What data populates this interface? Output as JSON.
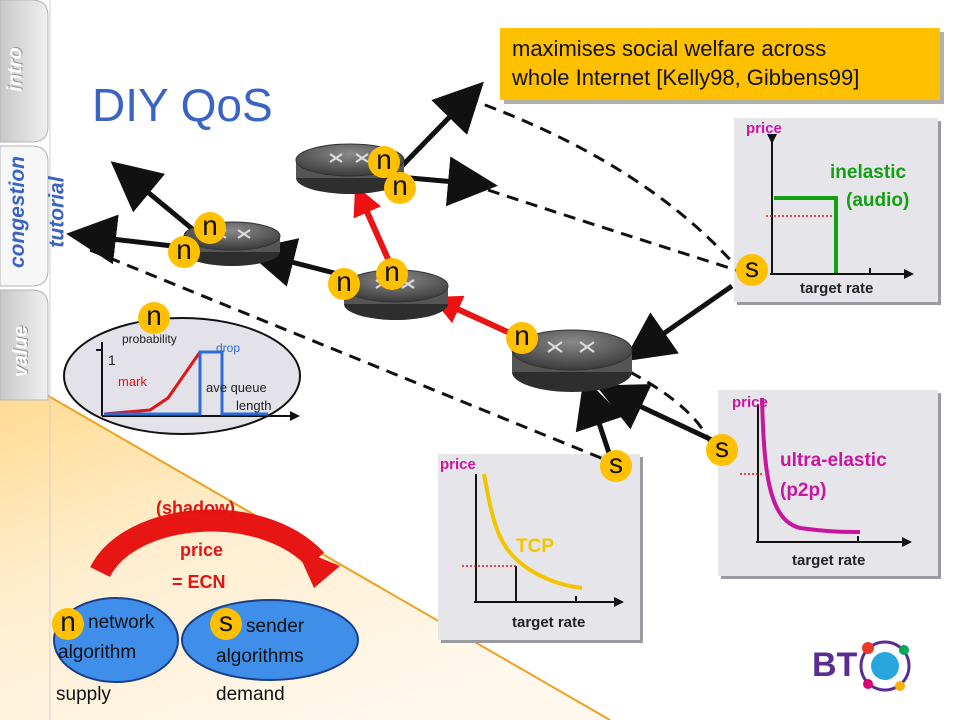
{
  "slide": {
    "title": "DIY QoS",
    "callout": [
      "maximises social welfare across",
      "whole Internet [Kelly98, Gibbens99]"
    ]
  },
  "side_tabs": [
    {
      "label": "intro",
      "active": false
    },
    {
      "label": "congestion",
      "sublabel": "tutorial",
      "active": true
    },
    {
      "label": "value",
      "active": false
    }
  ],
  "nodes": {
    "n": "n",
    "s": "s"
  },
  "marking_curve": {
    "ylabel": "probability",
    "one": "1",
    "mark": "mark",
    "drop": "drop",
    "xlabel_line1": "ave queue",
    "xlabel_line2": "length"
  },
  "price_panels": {
    "inelastic": {
      "ylabel": "price",
      "xlabel": "target rate",
      "name": "inelastic",
      "sub": "(audio)",
      "color": "#12a012"
    },
    "ultra_elastic": {
      "ylabel": "price",
      "xlabel": "target rate",
      "name": "ultra-elastic",
      "sub": "(p2p)",
      "color": "#c8169e"
    },
    "tcp": {
      "ylabel": "price",
      "xlabel": "target rate",
      "name": "TCP",
      "color": "#f5c400"
    }
  },
  "legend": {
    "shadow": "(shadow)",
    "price": "price",
    "ecn": "= ECN",
    "network": "network",
    "network_algorithm": "algorithm",
    "sender": "sender",
    "sender_algorithms": "algorithms",
    "supply": "supply",
    "demand": "demand"
  },
  "logo": {
    "text": "BT"
  },
  "colors": {
    "title": "#3a63c4",
    "callout": "#ffc000",
    "accent": "#ff0000",
    "node": "#ffc000",
    "ellipse": "#3e8eea"
  }
}
